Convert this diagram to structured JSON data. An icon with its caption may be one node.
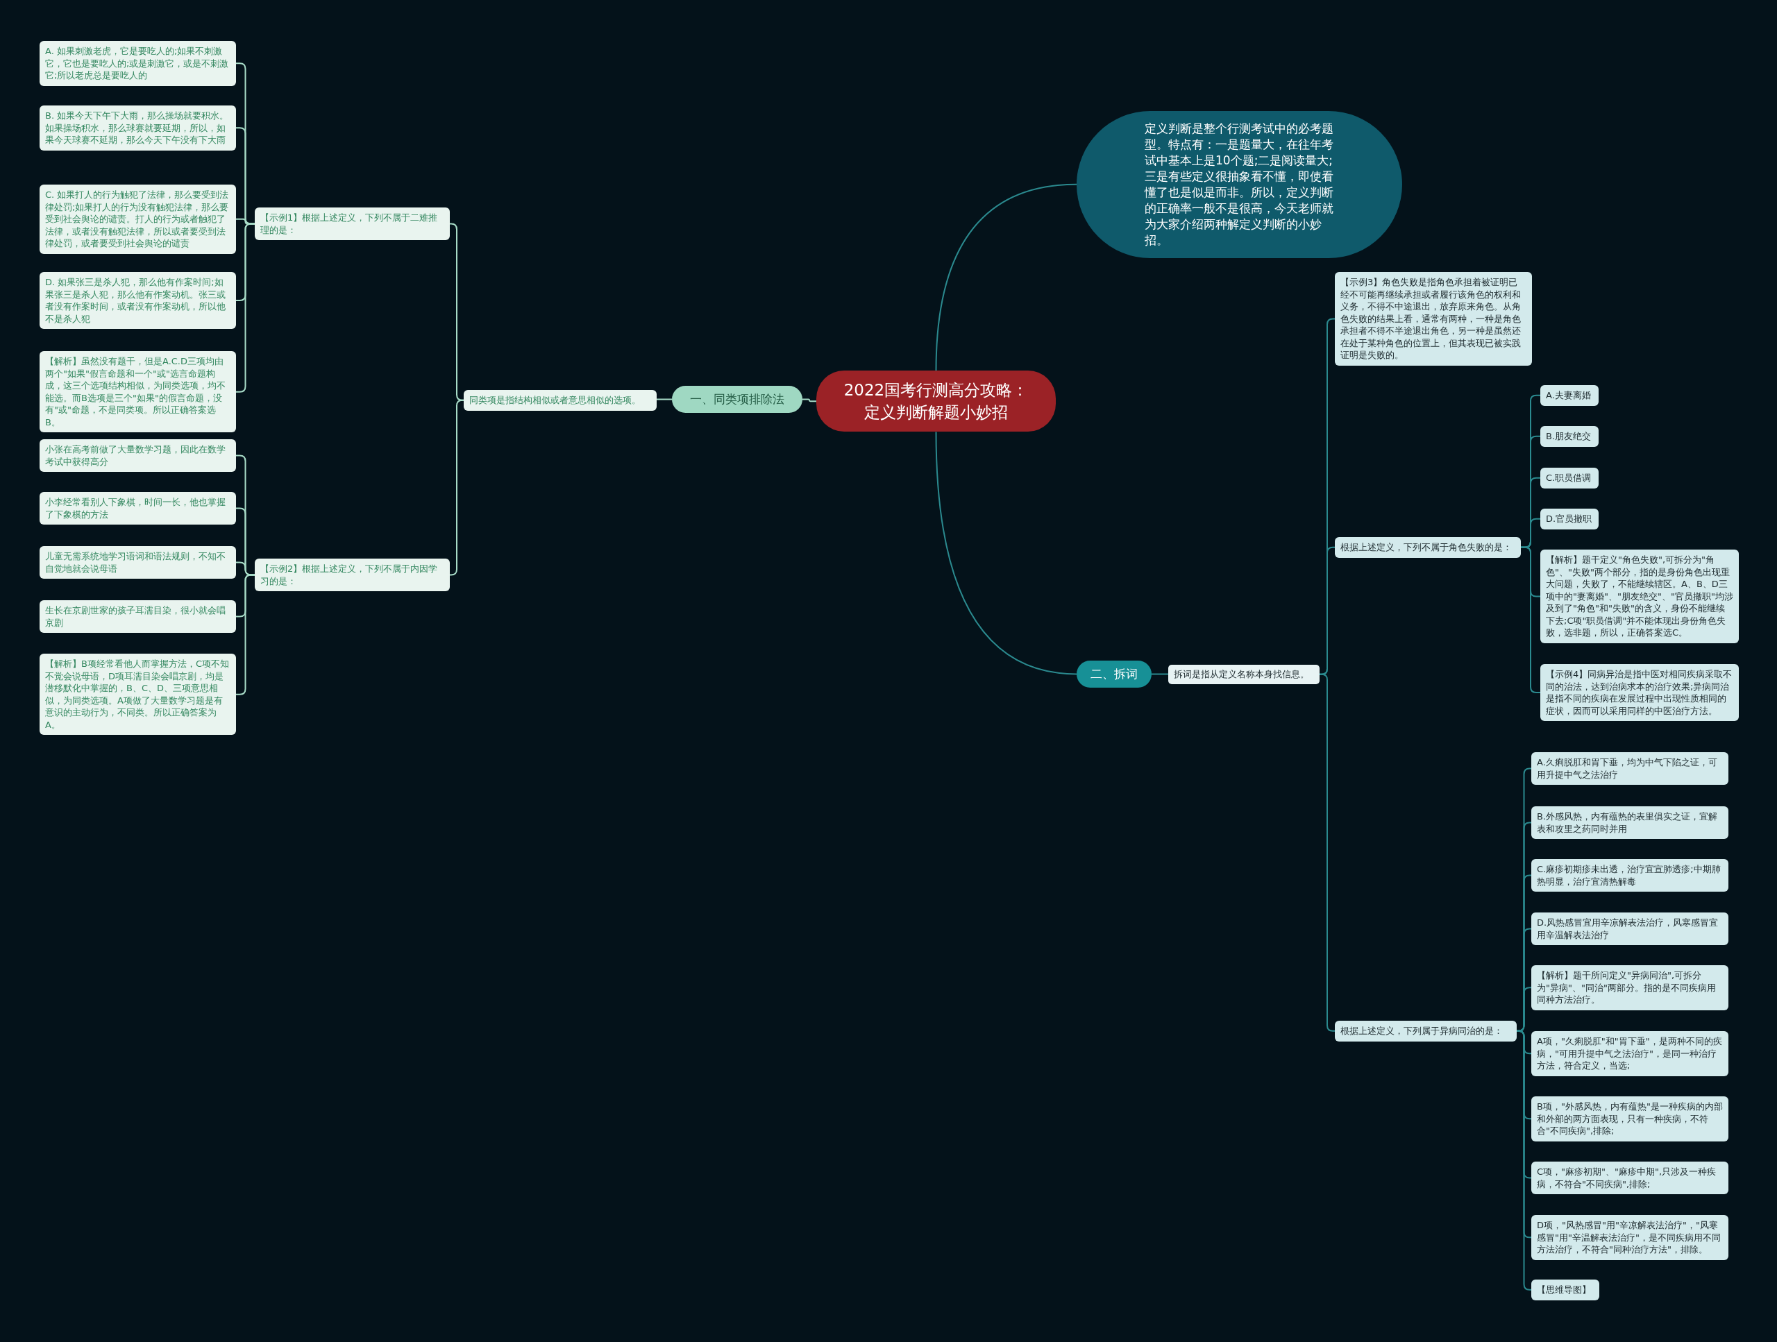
{
  "diagram": {
    "nodes": [
      {
        "text": [
          "2022国考行测高分攻略：定义判断解题小妙招"
        ]
      },
      {
        "text": [
          "定义判断是整个行测考试中的必考题型。特点有：一是题量大，在往年考试中基本上是10个题;二是阅读量大;三是有些定义很抽象看不懂，即使看懂了也是似是而非。所以，定义判断的正确率一般不是很高，今天老师就为大家介绍两种解定义判断的小妙招。"
        ]
      },
      {
        "text": [
          "一、同类项排除法"
        ]
      },
      {
        "text": [
          "同类项是指结构相似或者意思相似的选项。"
        ]
      },
      {
        "text": [
          "【示例1】根据上述定义，下列不属于二难推理的是："
        ]
      },
      {
        "text": [
          "A. 如果刺激老虎，它是要吃人的;如果不刺激它，它也是要吃人的;或是刺激它，或是不刺激它;所以老虎总是要吃人的"
        ]
      },
      {
        "text": [
          "B. 如果今天下午下大雨，那么操场就要积水。如果操场积水，那么球赛就要延期，所以，如果今天球赛不延期，那么今天下午没有下大雨"
        ]
      },
      {
        "text": [
          "C. 如果打人的行为触犯了法律，那么要受到法律处罚;如果打人的行为没有触犯法律，那么要受到社会舆论的谴责。打人的行为或者触犯了法律，或者没有触犯法律，所以或者要受到法律处罚，或者要受到社会舆论的谴责"
        ]
      },
      {
        "text": [
          "D. 如果张三是杀人犯，那么他有作案时间;如果张三是杀人犯，那么他有作案动机。张三或者没有作案时间，或者没有作案动机，所以他不是杀人犯"
        ]
      },
      {
        "text": [
          "【解析】虽然没有题干，但是A.C.D三项均由两个\"如果\"假言命题和一个\"或\"选言命题构成，这三个选项结构相似，为同类选项，均不能选。而B选项是三个\"如果\"的假言命题，没有\"或\"命题，不是同类项。所以正确答案选B。"
        ]
      },
      {
        "text": [
          "【示例2】根据上述定义，下列不属于内因学习的是："
        ]
      },
      {
        "text": [
          "小张在高考前做了大量数学习题，因此在数学考试中获得高分"
        ]
      },
      {
        "text": [
          "小李经常看别人下象棋，时间一长，他也掌握了下象棋的方法"
        ]
      },
      {
        "text": [
          "儿童无需系统地学习语词和语法规则，不知不自觉地就会说母语"
        ]
      },
      {
        "text": [
          "生长在京剧世家的孩子耳濡目染，很小就会唱京剧"
        ]
      },
      {
        "text": [
          "【解析】B项经常看他人而掌握方法，C项不知不觉会说母语，D项耳濡目染会唱京剧，均是潜移默化中掌握的，B、C、D、三项意思相似，为同类选项。A项做了大量数学习题是有意识的主动行为，不同类。所以正确答案为A。"
        ]
      },
      {
        "text": [
          "二、拆词"
        ]
      },
      {
        "text": [
          "拆词是指从定义名称本身找信息。"
        ]
      },
      {
        "text": [
          "【示例3】角色失败是指角色承担着被证明已经不可能再继续承担或者履行该角色的权利和义务，不得不中途退出，放弃原来角色。从角色失败的结果上看，通常有两种，一种是角色承担者不得不半途退出角色，另一种是虽然还在处于某种角色的位置上，但其表现已被实践证明是失败的。"
        ]
      },
      {
        "text": [
          "根据上述定义，下列不属于角色失败的是："
        ]
      },
      {
        "text": [
          "A.夫妻离婚"
        ]
      },
      {
        "text": [
          "B.朋友绝交"
        ]
      },
      {
        "text": [
          "C.职员借调"
        ]
      },
      {
        "text": [
          "D.官员撤职"
        ]
      },
      {
        "text": [
          "【解析】题干定义\"角色失败\",可拆分为\"角色\"、\"失败\"两个部分，指的是身份角色出现重大问题，失败了，不能继续辖区。A、B、D三项中的\"妻离婚\"、\"朋友绝交\"、\"官员撤职\"均涉及到了\"角色\"和\"失败\"的含义，身份不能继续下去;C项\"职员借调\"并不能体现出身份角色失败，选非题，所以，正确答案选C。"
        ]
      },
      {
        "text": [
          "【示例4】同病异治是指中医对相同疾病采取不同的治法，达到治病求本的治疗效果;异病同治是指不同的疾病在发展过程中出现性质相同的症状，因而可以采用同样的中医治疗方法。"
        ]
      },
      {
        "text": [
          "根据上述定义，下列属于异病同治的是："
        ]
      },
      {
        "text": [
          "A.久痢脱肛和胃下垂，均为中气下陷之证，可用升提中气之法治疗"
        ]
      },
      {
        "text": [
          "B.外感风热，内有蕴热的表里俱实之证，宜解表和攻里之药同时并用"
        ]
      },
      {
        "text": [
          "C.麻疹初期疹未出透，治疗宜宣肺透疹;中期肺热明显，治疗宜清热解毒"
        ]
      },
      {
        "text": [
          "D.风热感冒宜用辛凉解表法治疗，风寒感冒宜用辛温解表法治疗"
        ]
      },
      {
        "text": [
          "【解析】题干所问定义\"异病同治\",可拆分为\"异病\"、\"同治\"两部分。指的是不同疾病用同种方法治疗。"
        ]
      },
      {
        "text": [
          "A项，\"久痢脱肛\"和\"胃下垂\"，是两种不同的疾病，\"可用升提中气之法治疗\"，是同一种治疗方法，符合定义，当选;"
        ]
      },
      {
        "text": [
          "B项，\"外感风热，内有蕴热\"是一种疾病的内部和外部的两方面表现，只有一种疾病，不符合\"不同疾病\",排除;"
        ]
      },
      {
        "text": [
          "C项，\"麻疹初期\"、\"麻疹中期\",只涉及一种疾病，不符合\"不同疾病\",排除;"
        ]
      },
      {
        "text": [
          "D项，\"风热感冒\"用\"辛凉解表法治疗\"，\"风寒感冒\"用\"辛温解表法治疗\"，是不同疾病用不同方法治疗，不符合\"同种治疗方法\"，排除。"
        ]
      },
      {
        "text": [
          "【思维导图】"
        ]
      }
    ],
    "edges": [
      {
        "from": 0,
        "to": 1,
        "arrow": "none"
      },
      {
        "from": 0,
        "to": 2,
        "arrow": "none",
        "color": "#a8dcc8"
      },
      {
        "from": 0,
        "to": 16,
        "arrow": "none"
      },
      {
        "from": 2,
        "to": 3,
        "arrow": "none",
        "color": "#a8dcc8"
      },
      {
        "from": 3,
        "to": 4,
        "arrow": "none",
        "color": "#a8dcc8"
      },
      {
        "from": 3,
        "to": 10,
        "arrow": "none",
        "color": "#a8dcc8"
      },
      {
        "from": 4,
        "to": 5,
        "arrow": "none",
        "color": "#a8dcc8"
      },
      {
        "from": 4,
        "to": 6,
        "arrow": "none",
        "color": "#a8dcc8"
      },
      {
        "from": 4,
        "to": 7,
        "arrow": "none",
        "color": "#a8dcc8"
      },
      {
        "from": 4,
        "to": 8,
        "arrow": "none",
        "color": "#a8dcc8"
      },
      {
        "from": 4,
        "to": 9,
        "arrow": "none",
        "color": "#a8dcc8"
      },
      {
        "from": 10,
        "to": 11,
        "arrow": "none",
        "color": "#a8dcc8"
      },
      {
        "from": 10,
        "to": 12,
        "arrow": "none",
        "color": "#a8dcc8"
      },
      {
        "from": 10,
        "to": 13,
        "arrow": "none",
        "color": "#a8dcc8"
      },
      {
        "from": 10,
        "to": 14,
        "arrow": "none",
        "color": "#a8dcc8"
      },
      {
        "from": 10,
        "to": 15,
        "arrow": "none",
        "color": "#a8dcc8"
      },
      {
        "from": 16,
        "to": 17,
        "arrow": "none"
      },
      {
        "from": 17,
        "to": 18,
        "arrow": "none"
      },
      {
        "from": 17,
        "to": 19,
        "arrow": "none"
      },
      {
        "from": 17,
        "to": 26,
        "arrow": "none"
      },
      {
        "from": 19,
        "to": 20,
        "arrow": "none"
      },
      {
        "from": 19,
        "to": 21,
        "arrow": "none"
      },
      {
        "from": 19,
        "to": 22,
        "arrow": "none"
      },
      {
        "from": 19,
        "to": 23,
        "arrow": "none"
      },
      {
        "from": 19,
        "to": 24,
        "arrow": "none"
      },
      {
        "from": 19,
        "to": 25,
        "arrow": "none"
      },
      {
        "from": 26,
        "to": 27,
        "arrow": "none"
      },
      {
        "from": 26,
        "to": 28,
        "arrow": "none"
      },
      {
        "from": 26,
        "to": 29,
        "arrow": "none"
      },
      {
        "from": 26,
        "to": 30,
        "arrow": "none"
      },
      {
        "from": 26,
        "to": 31,
        "arrow": "none"
      },
      {
        "from": 26,
        "to": 32,
        "arrow": "none"
      },
      {
        "from": 26,
        "to": 33,
        "arrow": "none"
      },
      {
        "from": 26,
        "to": 34,
        "arrow": "none"
      },
      {
        "from": 26,
        "to": 35,
        "arrow": "none"
      },
      {
        "from": 26,
        "to": 36,
        "arrow": "none"
      }
    ]
  }
}
